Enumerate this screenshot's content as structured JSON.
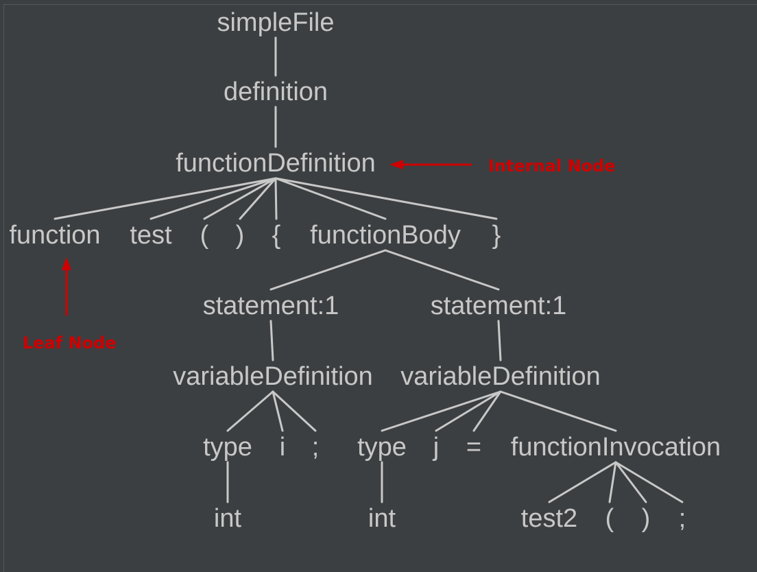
{
  "tree": {
    "nodes": [
      {
        "id": "n0",
        "label": "simpleFile",
        "parent": null
      },
      {
        "id": "n1",
        "label": "definition",
        "parent": "n0"
      },
      {
        "id": "n2",
        "label": "functionDefinition",
        "parent": "n1"
      },
      {
        "id": "n3",
        "label": "function",
        "parent": "n2"
      },
      {
        "id": "n4",
        "label": "test",
        "parent": "n2"
      },
      {
        "id": "n5",
        "label": "(",
        "parent": "n2"
      },
      {
        "id": "n6",
        "label": ")",
        "parent": "n2"
      },
      {
        "id": "n7",
        "label": "{",
        "parent": "n2"
      },
      {
        "id": "n8",
        "label": "functionBody",
        "parent": "n2"
      },
      {
        "id": "n9",
        "label": "}",
        "parent": "n2"
      },
      {
        "id": "n10",
        "label": "statement:1",
        "parent": "n8"
      },
      {
        "id": "n11",
        "label": "statement:1",
        "parent": "n8"
      },
      {
        "id": "n12",
        "label": "variableDefinition",
        "parent": "n10"
      },
      {
        "id": "n13",
        "label": "variableDefinition",
        "parent": "n11"
      },
      {
        "id": "n14",
        "label": "type",
        "parent": "n12"
      },
      {
        "id": "n15",
        "label": "i",
        "parent": "n12"
      },
      {
        "id": "n16",
        "label": ";",
        "parent": "n12"
      },
      {
        "id": "n17",
        "label": "type",
        "parent": "n13"
      },
      {
        "id": "n18",
        "label": "j",
        "parent": "n13"
      },
      {
        "id": "n19",
        "label": "=",
        "parent": "n13"
      },
      {
        "id": "n20",
        "label": "functionInvocation",
        "parent": "n13"
      },
      {
        "id": "n21",
        "label": "int",
        "parent": "n14"
      },
      {
        "id": "n22",
        "label": "int",
        "parent": "n17"
      },
      {
        "id": "n23",
        "label": "test2",
        "parent": "n20"
      },
      {
        "id": "n24",
        "label": "(",
        "parent": "n20"
      },
      {
        "id": "n25",
        "label": ")",
        "parent": "n20"
      },
      {
        "id": "n26",
        "label": ";",
        "parent": "n20"
      }
    ]
  },
  "annotations": [
    {
      "id": "internal",
      "label": "Internal Node",
      "target": "n2",
      "color": "#d00000"
    },
    {
      "id": "leaf",
      "label": "Leaf Node",
      "target": "n3",
      "color": "#d00000"
    }
  ],
  "colors": {
    "background": "#3c3f41",
    "tree_text": "#c8c8c8",
    "annotation": "#d00000"
  }
}
